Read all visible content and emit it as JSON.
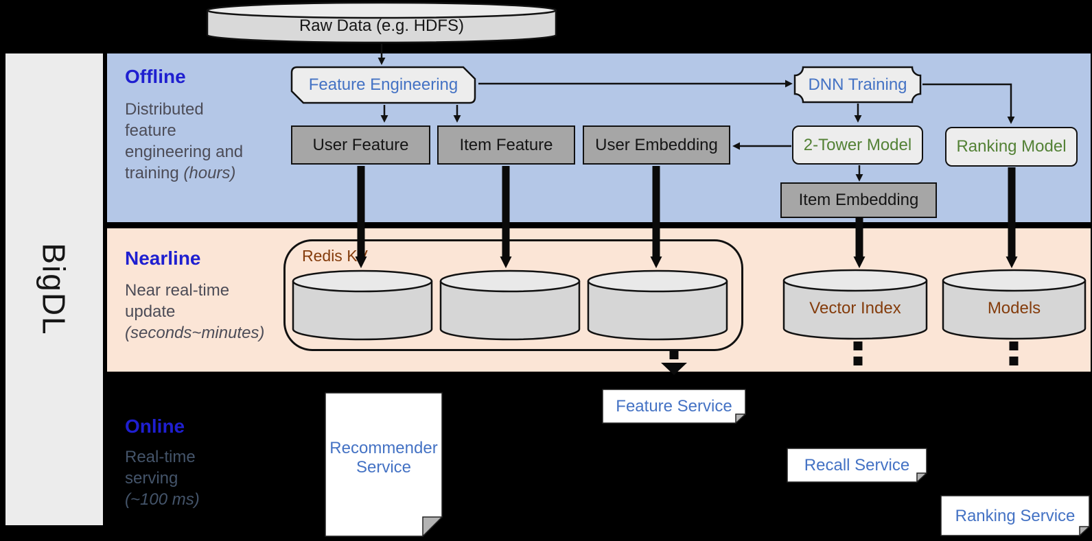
{
  "brand": {
    "label": "BigDL"
  },
  "raw_data": {
    "label": "Raw Data (e.g. HDFS)"
  },
  "sections": {
    "offline": {
      "title": "Offline",
      "description": "Distributed feature engineering and training",
      "description_em": "(hours)"
    },
    "nearline": {
      "title": "Nearline",
      "description": "Near real-time update",
      "description_em": "(seconds~minutes)"
    },
    "online": {
      "title": "Online",
      "description": "Real-time serving",
      "description_em": "(~100 ms)"
    }
  },
  "nodes": {
    "feature_engineering": "Feature Engineering",
    "dnn_training": "DNN Training",
    "user_feature": "User Feature",
    "item_feature": "Item Feature",
    "user_embedding": "User Embedding",
    "two_tower_model": "2-Tower Model",
    "ranking_model": "Ranking Model",
    "item_embedding": "Item Embedding",
    "redis_kv": "Redis KV",
    "vector_index": "Vector Index",
    "models": "Models",
    "recommender_service": "Recommender Service",
    "feature_service": "Feature Service",
    "recall_service": "Recall Service",
    "ranking_service": "Ranking Service"
  },
  "colors": {
    "background": "#000000",
    "sidebar": "#ececec",
    "offline_band": "#b4c7e7",
    "nearline_band": "#fbe5d6",
    "section_title_blue": "#1f1fd0",
    "node_label_blue": "#4472c4",
    "model_label_green": "#538135",
    "storage_label_brown": "#843c0c",
    "description_gray": "#4c4c57",
    "online_description": "#44546a",
    "box_gray": "#a6a6a6",
    "shape_light": "#ededed"
  }
}
